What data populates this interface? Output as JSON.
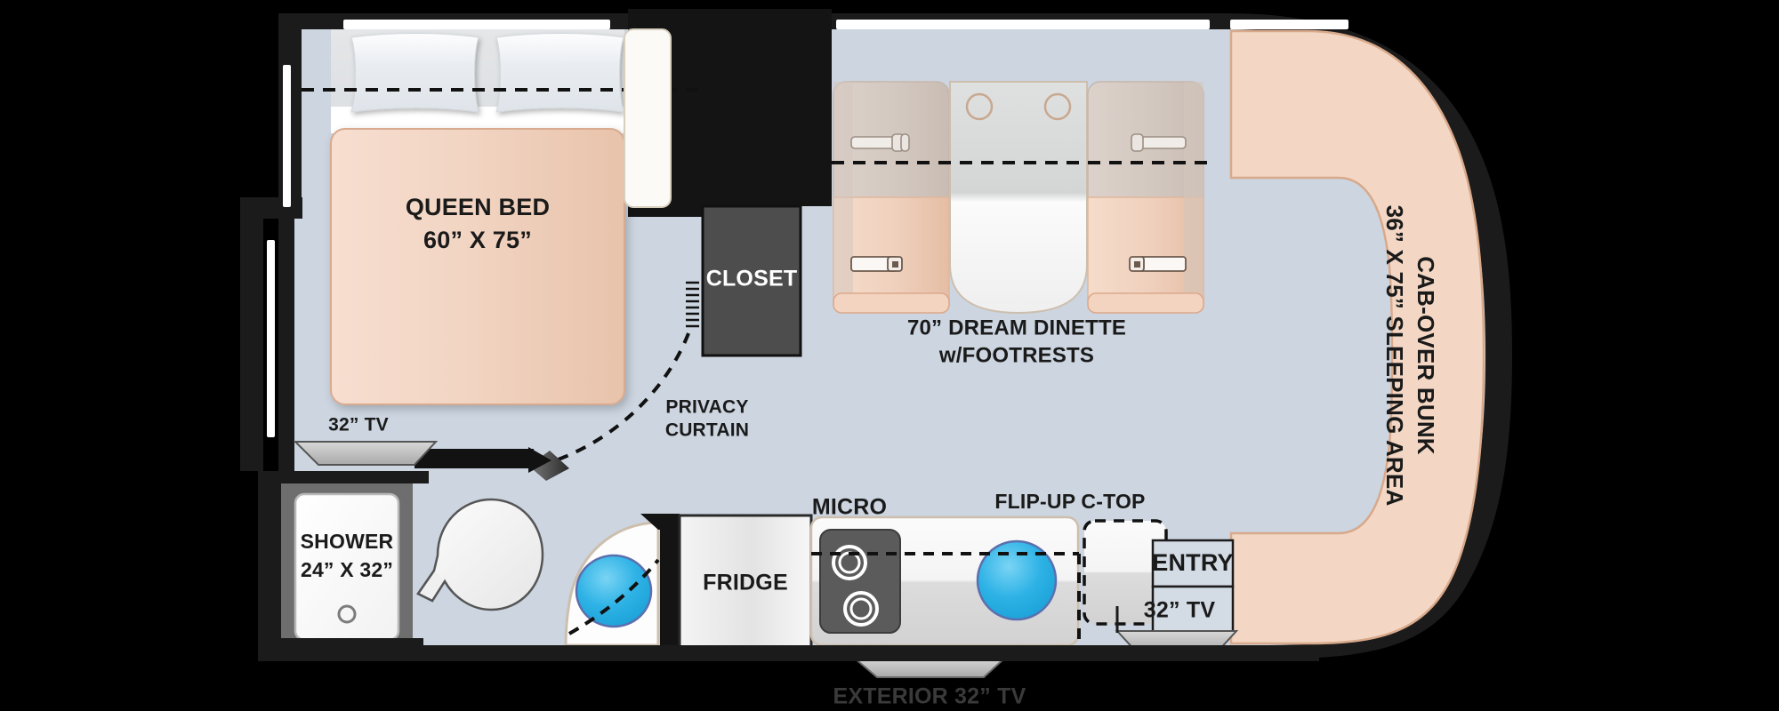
{
  "title": "RV Floorplan",
  "colors": {
    "background": "#000000",
    "wall": "#1b1b1b",
    "floor": "#ccd5e0",
    "tan": "#f0d3c0",
    "tan_dark": "#e3bda6",
    "seat_gray": "#d7cdc6",
    "closet": "#4d4d4d",
    "appliance_dark": "#5b5b5b",
    "sink_blue": "#36b6e8",
    "tv_gray": "#b9b9b9",
    "white": "#ffffff",
    "text_dark": "#1a1a1a",
    "text_gray": "#3a3a3a"
  },
  "labels": {
    "queen_bed_line1": "QUEEN BED",
    "queen_bed_line2": "60” X 75”",
    "closet": "CLOSET",
    "dinette_line1": "70” DREAM DINETTE",
    "dinette_line2": "w/FOOTRESTS",
    "cabover_line1": "CAB-OVER BUNK",
    "cabover_line2": "36” X 75” SLEEPING AREA",
    "privacy_line1": "PRIVACY",
    "privacy_line2": "CURTAIN",
    "tv_bedroom": "32” TV",
    "shower_line1": "SHOWER",
    "shower_line2": "24” X 32”",
    "fridge": "FRIDGE",
    "micro": "MICRO",
    "flip_up_ctop": "FLIP-UP C-TOP",
    "entry": "ENTRY",
    "tv_entry": "32” TV",
    "exterior_tv": "EXTERIOR 32” TV"
  },
  "rooms": [
    {
      "name": "bedroom",
      "label": "QUEEN BED"
    },
    {
      "name": "closet",
      "label": "CLOSET"
    },
    {
      "name": "dinette",
      "label": "70” DREAM DINETTE"
    },
    {
      "name": "cab-over-bunk",
      "label": "CAB-OVER BUNK"
    },
    {
      "name": "bathroom",
      "label": "SHOWER"
    },
    {
      "name": "kitchen",
      "label": "FRIDGE"
    },
    {
      "name": "entry",
      "label": "ENTRY"
    }
  ],
  "features": [
    "queen-bed",
    "two-pillows",
    "closet",
    "privacy-curtain",
    "dream-dinette",
    "cab-over-bunk",
    "shower",
    "toilet",
    "lavatory-sink",
    "refrigerator",
    "microwave",
    "two-burner-cooktop",
    "kitchen-sink",
    "flip-up-countertop",
    "entry-door",
    "bedroom-tv",
    "entry-tv",
    "exterior-tv"
  ]
}
